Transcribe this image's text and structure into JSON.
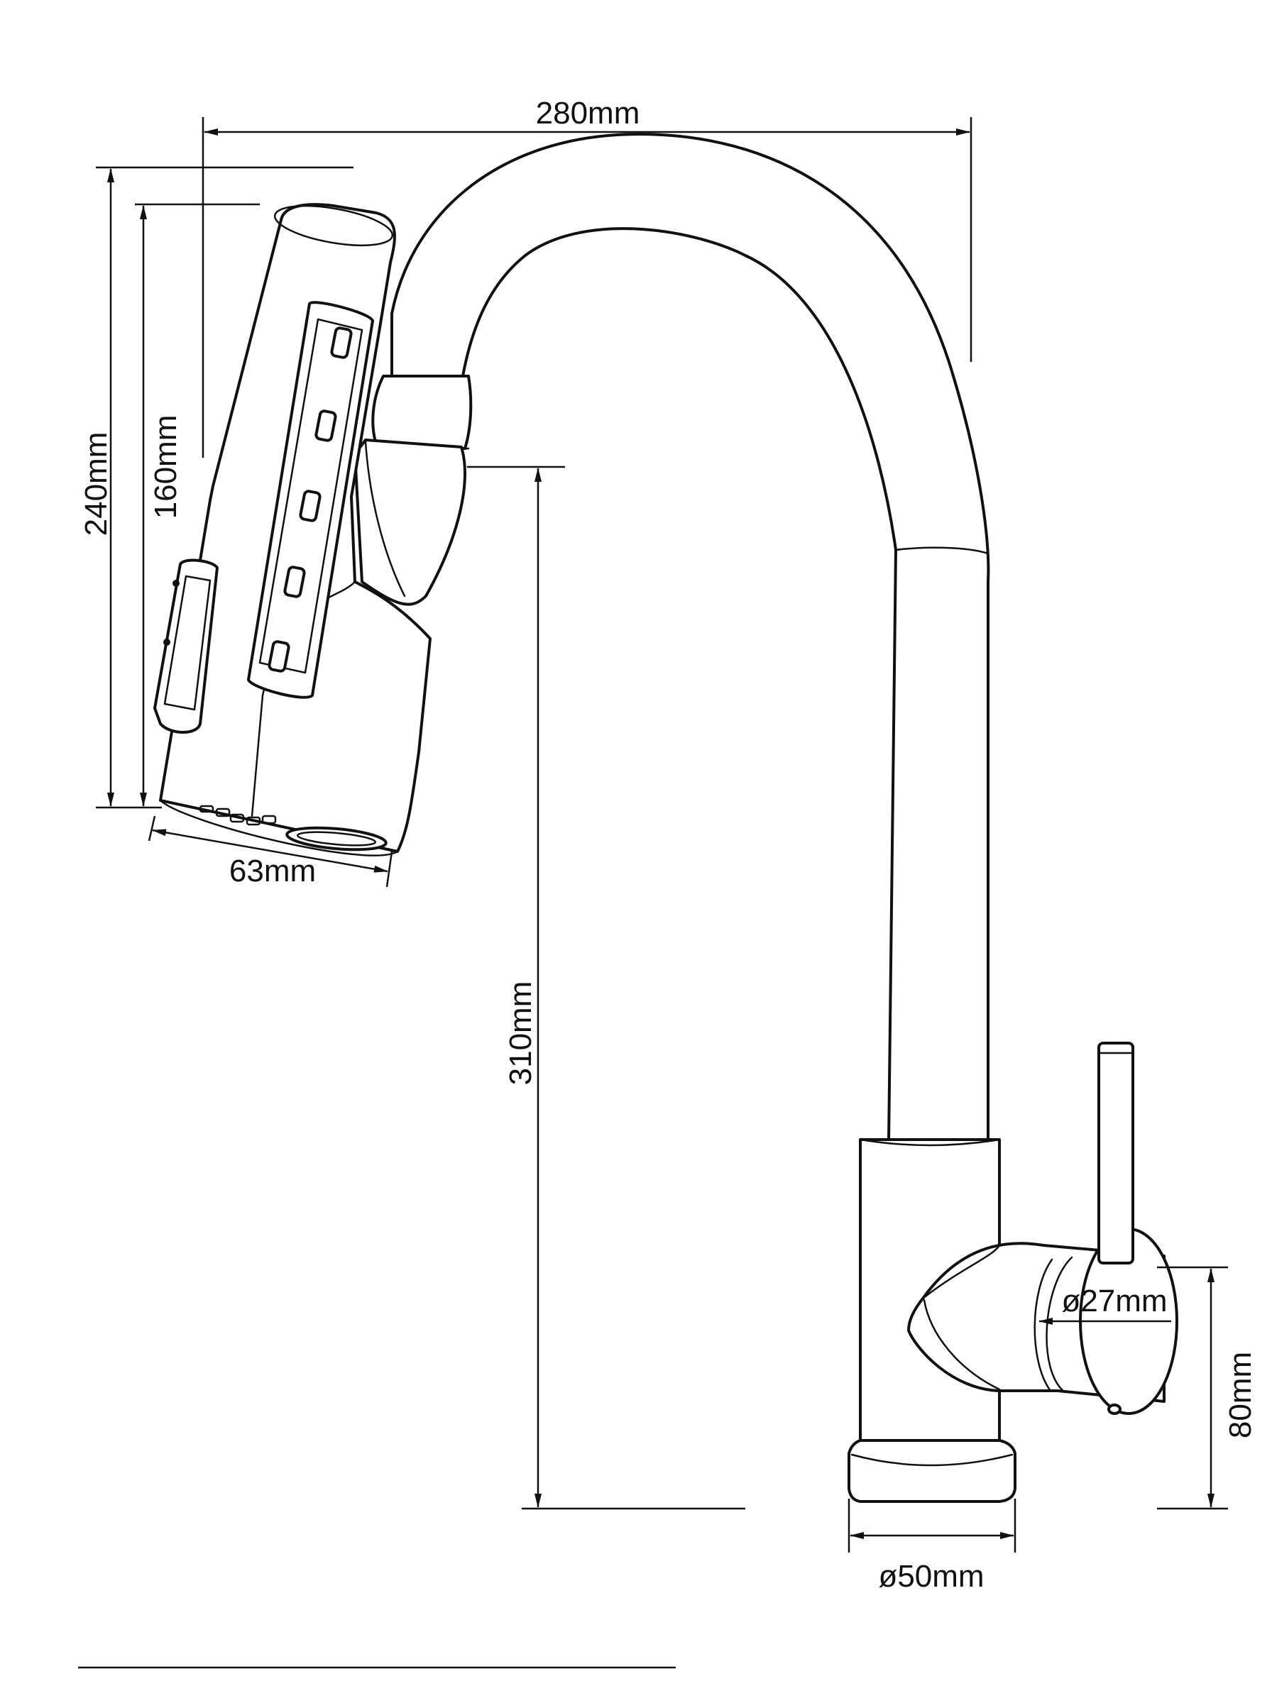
{
  "dimensions": {
    "width": "280mm",
    "height_total": "240mm",
    "head_height": "160mm",
    "head_width": "63mm",
    "spout_height": "310mm",
    "handle_diameter": "ø27mm",
    "handle_height": "80mm",
    "base_diameter": "ø50mm"
  },
  "colors": {
    "line": "#111111",
    "background": "#ffffff"
  }
}
